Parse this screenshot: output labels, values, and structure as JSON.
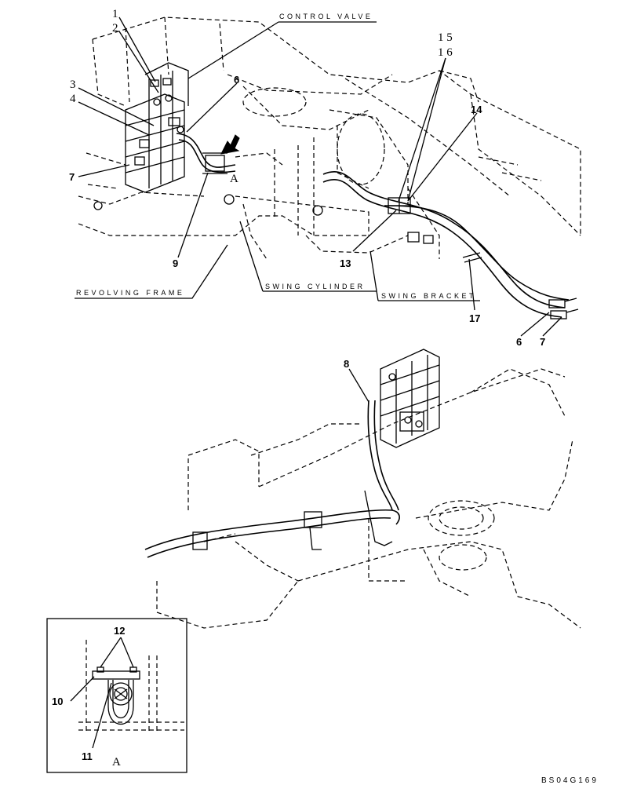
{
  "labels": {
    "control_valve": "CONTROL VALVE",
    "revolving_frame": "REVOLVING FRAME",
    "swing_cylinder": "SWING CYLINDER",
    "swing_bracket": "SWING BRACKET",
    "view_a": "A",
    "inset_view_a": "A"
  },
  "callouts": {
    "c1": "1",
    "c2": "2",
    "c3": "3",
    "c4": "4",
    "c6a": "6",
    "c7a": "7",
    "c9": "9",
    "c15": "1 5",
    "c16": "1 6",
    "c14": "14",
    "c13": "13",
    "c17": "17",
    "c6b": "6",
    "c7b": "7",
    "c8": "8",
    "c12": "12",
    "c10": "10",
    "c11": "11"
  },
  "drawing_code": "BS04G169"
}
